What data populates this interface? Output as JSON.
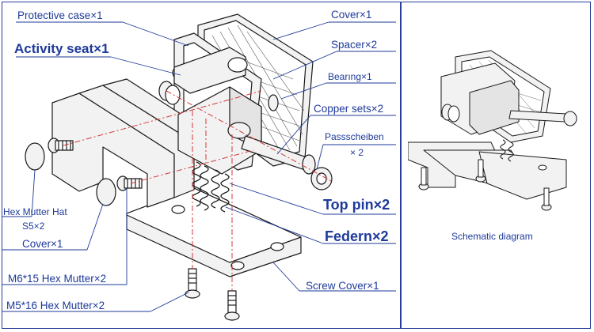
{
  "labels": {
    "protective_case": "Protective case×1",
    "cover": "Cover×1",
    "activity_seat": "Activity seat×1",
    "spacer": "Spacer×2",
    "bearing": "Bearıng×1",
    "copper_sets": "Copper sets×2",
    "passscheiben_1": "Passscheiben",
    "passscheiben_2": "× 2",
    "hex_mutter_hat_1": "Hex Mutter Hat",
    "hex_mutter_hat_2": "S5×2",
    "cover_left": "Cover×1",
    "top_pin": "Top pin×2",
    "federn": "Federn×2",
    "m6_hex": "M6*15 Hex Mutter×2",
    "screw_cover": "Screw Cover×1",
    "m5_hex": "M5*16 Hex Mutter×2"
  },
  "schematic": {
    "caption": "Schematic diagram"
  },
  "colors": {
    "label_blue": "#1e3a9a",
    "frame_blue": "#2a3f9a",
    "axis_red": "#d23a3a",
    "drawing_black": "#1a1a1a",
    "part_fill": "#f2f2f2"
  }
}
